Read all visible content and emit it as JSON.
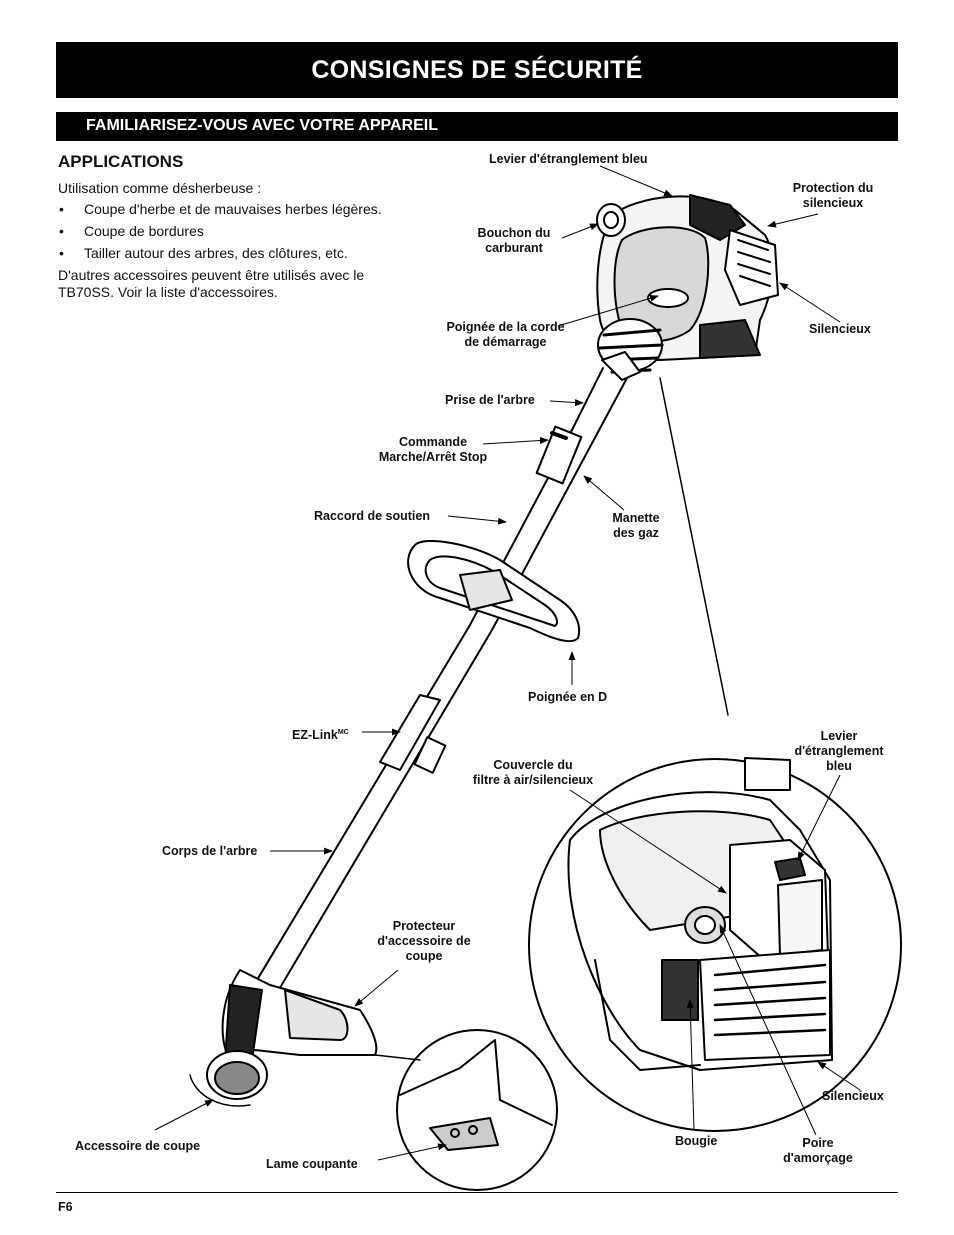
{
  "header": {
    "title": "CONSIGNES DE SÉCURITÉ"
  },
  "section": {
    "title": "FAMILIARISEZ-VOUS AVEC VOTRE APPAREIL"
  },
  "applications": {
    "heading": "APPLICATIONS",
    "intro": "Utilisation comme désherbeuse  :",
    "items": [
      "Coupe d'herbe et de mauvaises herbes légères.",
      "Coupe de bordures",
      "Tailler autour des arbres, des clôtures, etc."
    ],
    "note_line1": "D'autres accessoires peuvent être utilisés avec le",
    "note_line2": "TB70SS. Voir la liste d'accessoires."
  },
  "labels": {
    "choke_top": "Levier d'étranglement bleu",
    "muffler_guard_1": "Protection du",
    "muffler_guard_2": "silencieux",
    "fuel_cap_1": "Bouchon du",
    "fuel_cap_2": "carburant",
    "starter_1": "Poignée de la corde",
    "starter_2": "de démarrage",
    "muffler_top": "Silencieux",
    "shaft_grip": "Prise de l'arbre",
    "onoff_1": "Commande",
    "onoff_2": "Marche/Arrêt Stop",
    "coupler": "Raccord de soutien",
    "throttle_1": "Manette",
    "throttle_2": "des gaz",
    "d_handle": "Poignée en D",
    "ezlink": "EZ-Link",
    "ezlink_mark": "MC",
    "shaft_body": "Corps de l'arbre",
    "guard_1": "Protecteur",
    "guard_2": "d'accessoire de",
    "guard_3": "coupe",
    "cutting_attach": "Accessoire de coupe",
    "blade": "Lame coupante",
    "air_filter_1": "Couvercle du",
    "air_filter_2": "filtre à air/silencieux",
    "choke_detail_1": "Levier",
    "choke_detail_2": "d'étranglement",
    "choke_detail_3": "bleu",
    "muffler_detail": "Silencieux",
    "spark_plug": "Bougie",
    "primer_1": "Poire",
    "primer_2": "d'amorçage"
  },
  "footer": {
    "page": "F6"
  }
}
